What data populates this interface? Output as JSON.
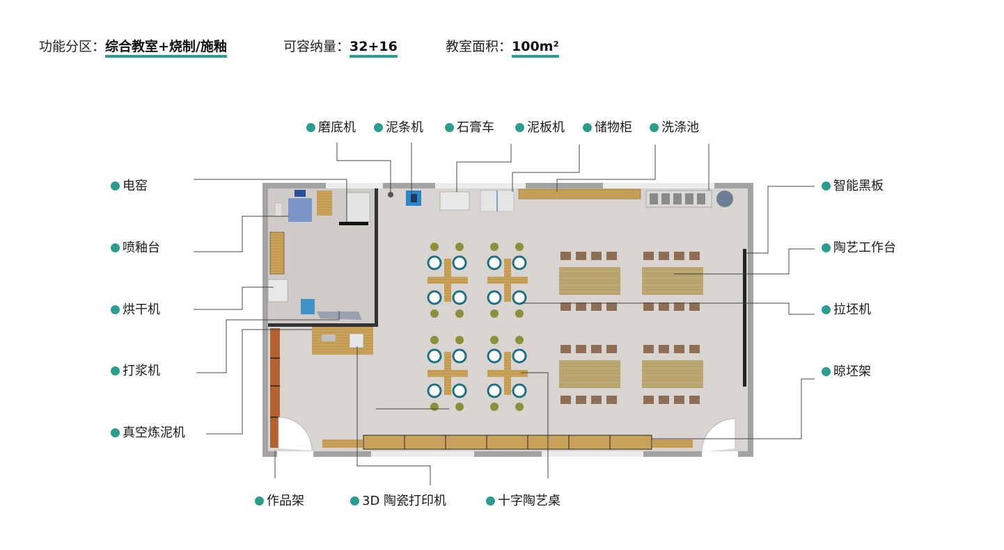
{
  "header": {
    "func_label": "功能分区：",
    "func_value": "综合教室+烧制/施釉",
    "cap_label": "可容纳量：",
    "cap_value": "32+16",
    "area_label": "教室面积：",
    "area_value": "100m²"
  },
  "labels": {
    "modi": "磨底机",
    "nitiao": "泥条机",
    "shigao": "石膏车",
    "niban": "泥板机",
    "chuwu": "储物柜",
    "xidi": "洗涤池",
    "dianyao": "电窑",
    "penyou": "喷釉台",
    "honggan": "烘干机",
    "dajiang": "打浆机",
    "zhenkong": "真空炼泥机",
    "zhineng": "智能黑板",
    "gongzuotai": "陶艺工作台",
    "lapi": "拉坯机",
    "liangpi": "晾坯架",
    "zuopin": "作品架",
    "print3d": "3D 陶瓷打印机",
    "shizi": "十字陶艺桌"
  },
  "colors": {
    "accent": "#2a9d8f",
    "wall": "#a0a0a0",
    "floor": "#d6d3cf",
    "wood": "#c89b52",
    "table": "#b8a86a",
    "stool": "#8c7a52",
    "wheel": "#1f6f85",
    "brick": "#b0582b"
  }
}
